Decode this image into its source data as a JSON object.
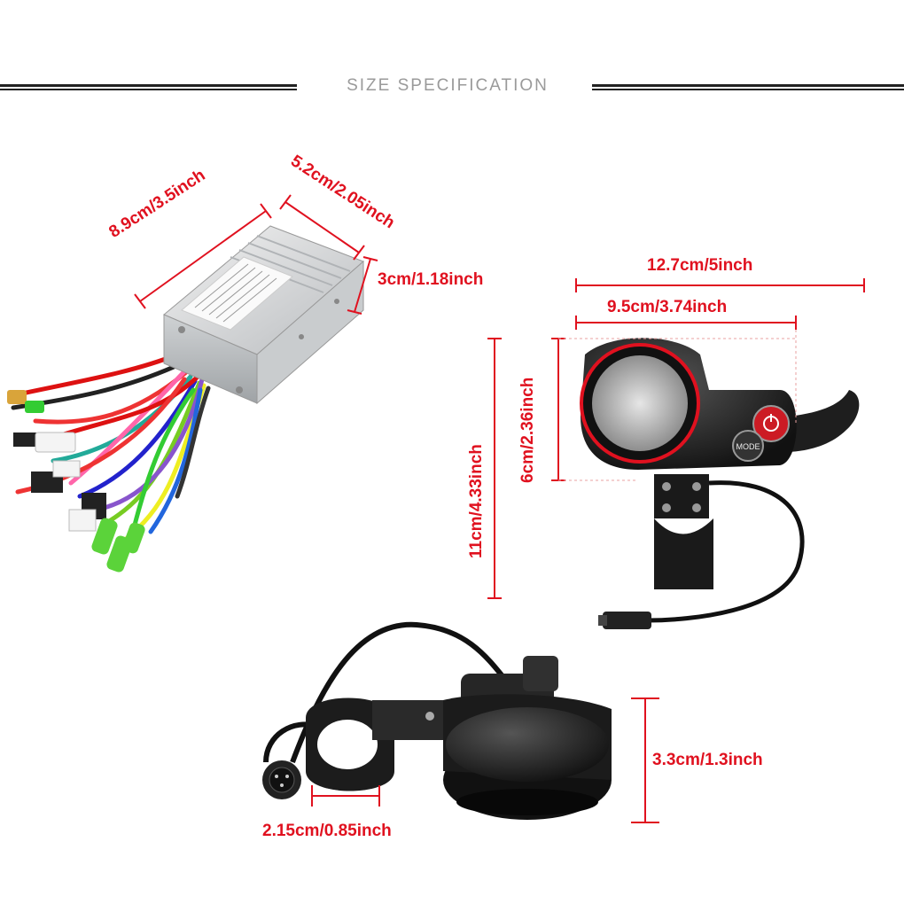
{
  "header": {
    "title": "SIZE SPECIFICATION"
  },
  "dimensions": {
    "controller_length": "8.9cm/3.5inch",
    "controller_width": "5.2cm/2.05inch",
    "controller_height": "3cm/1.18inch",
    "display_total_width": "12.7cm/5inch",
    "display_body_width": "9.5cm/3.74inch",
    "display_total_height": "11cm/4.33inch",
    "display_body_height": "6cm/2.36inch",
    "display_depth": "3.3cm/1.3inch",
    "clamp_diameter": "2.15cm/0.85inch"
  },
  "display_buttons": {
    "mode_label": "MODE"
  },
  "colors": {
    "dimension_red": "#e0111f",
    "header_gray": "#9a9a9a",
    "line_dark": "#222222"
  }
}
